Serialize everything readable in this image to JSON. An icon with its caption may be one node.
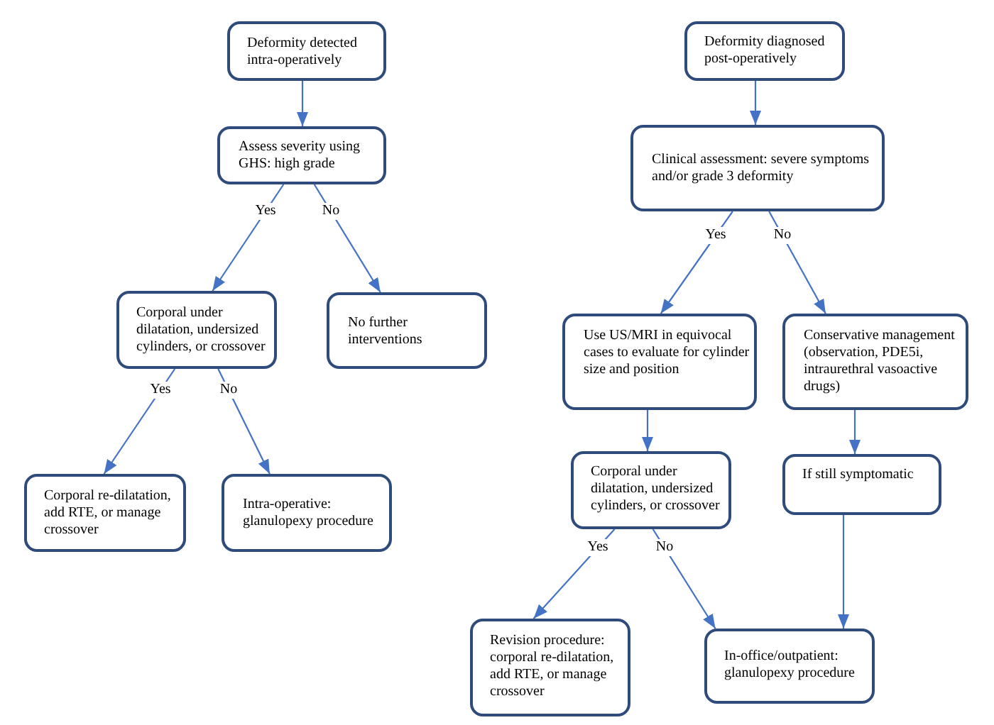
{
  "diagram": {
    "nodes": [
      {
        "text": [
          "Deformity detected intra-operatively"
        ]
      },
      {
        "text": [
          "Assess severity using GHS: high grade"
        ]
      },
      {
        "text": [
          "Corporal under dilatation, undersized cylinders, or crossover"
        ]
      },
      {
        "text": [
          "No further interventions"
        ]
      },
      {
        "text": [
          "Corporal re-dilatation, add RTE, or manage crossover"
        ]
      },
      {
        "text": [
          "Intra-operative: glanulopexy procedure"
        ]
      },
      {
        "text": [
          "Deformity diagnosed post-operatively"
        ]
      },
      {
        "text": [
          "Clinical assessment: severe symptoms and/or grade 3 deformity"
        ]
      },
      {
        "text": [
          "Use US/MRI in equivocal cases to evaluate for cylinder size and position"
        ]
      },
      {
        "text": [
          "Conservative management (observation, PDE5i, intraurethral vasoactive drugs)"
        ]
      },
      {
        "text": [
          "Corporal under dilatation, undersized cylinders, or crossover"
        ]
      },
      {
        "text": [
          "If still symptomatic"
        ]
      },
      {
        "text": [
          "Revision procedure: corporal re-dilatation, add RTE, or manage crossover"
        ]
      },
      {
        "text": [
          "In-office/outpatient: glanulopexy procedure"
        ]
      }
    ],
    "edges": [
      {
        "from": 0,
        "to": 1,
        "arrow": "to"
      },
      {
        "from": 1,
        "to": 2,
        "label": "Yes",
        "arrow": "to"
      },
      {
        "from": 1,
        "to": 3,
        "label": "No",
        "arrow": "to"
      },
      {
        "from": 2,
        "to": 4,
        "label": "Yes",
        "arrow": "to"
      },
      {
        "from": 2,
        "to": 5,
        "label": "No",
        "arrow": "to"
      },
      {
        "from": 6,
        "to": 7,
        "arrow": "to"
      },
      {
        "from": 7,
        "to": 8,
        "label": "Yes",
        "arrow": "to"
      },
      {
        "from": 7,
        "to": 9,
        "label": "No",
        "arrow": "to"
      },
      {
        "from": 8,
        "to": 10,
        "arrow": "to"
      },
      {
        "from": 9,
        "to": 11,
        "arrow": "to"
      },
      {
        "from": 10,
        "to": 12,
        "label": "Yes",
        "arrow": "to"
      },
      {
        "from": 10,
        "to": 13,
        "label": "No",
        "arrow": "to"
      },
      {
        "from": 11,
        "to": 13,
        "arrow": "to"
      }
    ]
  }
}
